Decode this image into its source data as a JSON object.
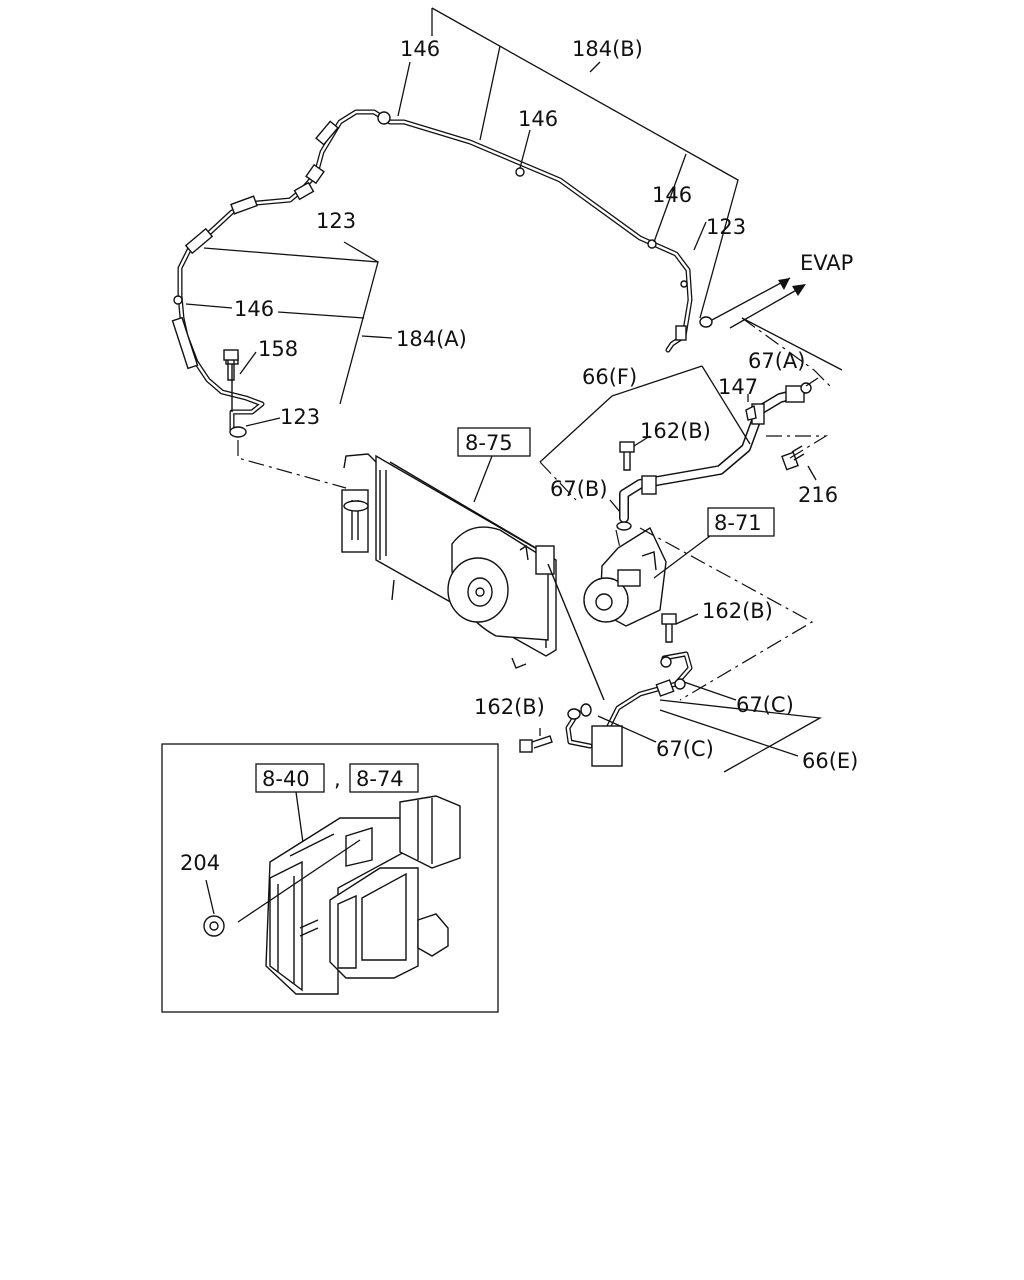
{
  "labels": {
    "p146_top": "146",
    "p184b": "184(B)",
    "p146_mid": "146",
    "p146_right": "146",
    "p123_right": "123",
    "evap": "EVAP",
    "p123_top": "123",
    "p146_left": "146",
    "p184a": "184(A)",
    "p158": "158",
    "p123_left": "123",
    "p67a": "67(A)",
    "p66f": "66(F)",
    "p147": "147",
    "p162b_1": "162(B)",
    "p67b": "67(B)",
    "p216": "216",
    "p162b_2": "162(B)",
    "p67c_1": "67(C)",
    "p162b_3": "162(B)",
    "p67c_2": "67(C)",
    "p66e": "66(E)",
    "p204": "204"
  },
  "refs": {
    "ref_875": "8-75",
    "ref_871": "8-71",
    "ref_840": "8-40",
    "ref_sep": ",",
    "ref_874": "8-74"
  }
}
